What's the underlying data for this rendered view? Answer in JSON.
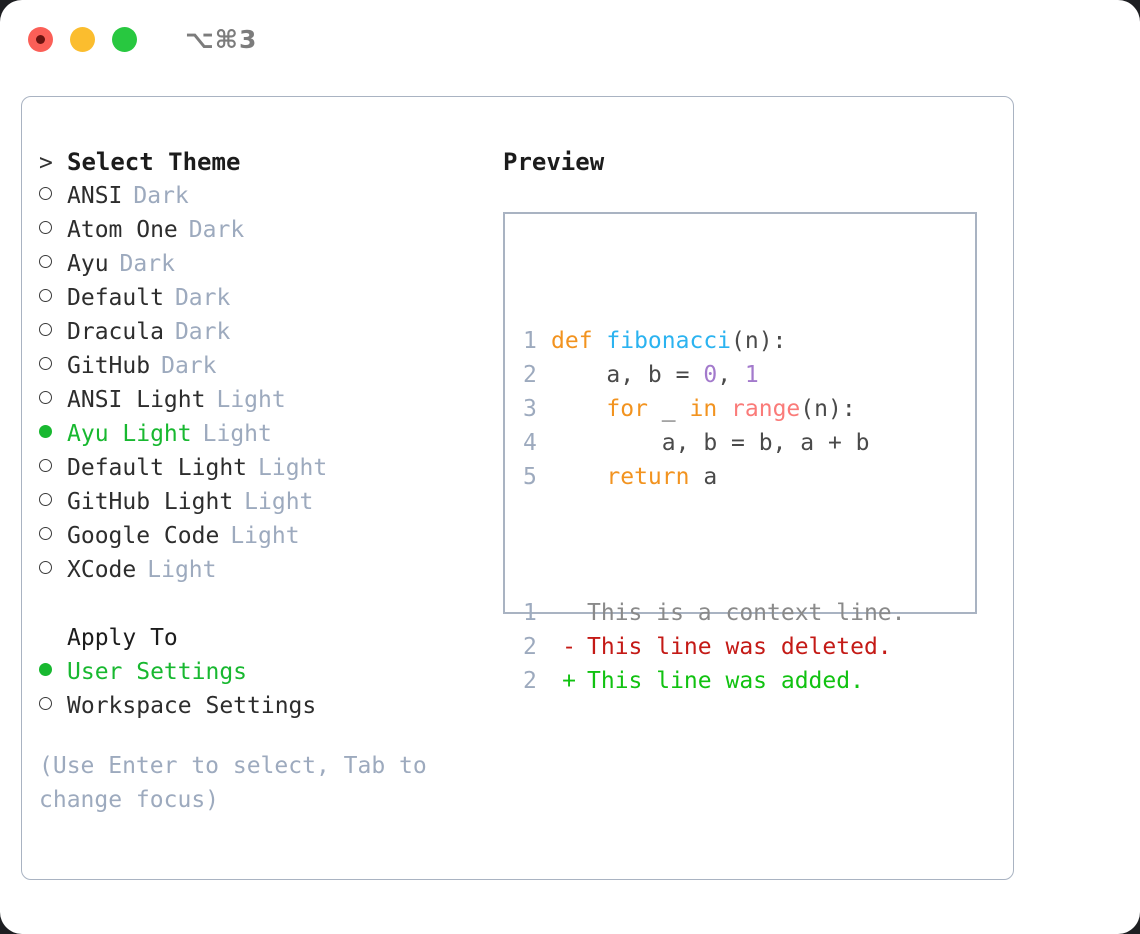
{
  "titlebar": {
    "shortcut": "⌥⌘3",
    "lights": [
      "close-red",
      "minimize-yellow",
      "maximize-green"
    ]
  },
  "theme_list": {
    "header": "Select Theme",
    "header_prefix": ">",
    "items": [
      {
        "label": "ANSI",
        "suffix": "Dark",
        "selected": false,
        "marker": "○"
      },
      {
        "label": "Atom One",
        "suffix": "Dark",
        "selected": false,
        "marker": "○"
      },
      {
        "label": "Ayu",
        "suffix": "Dark",
        "selected": false,
        "marker": "○"
      },
      {
        "label": "Default",
        "suffix": "Dark",
        "selected": false,
        "marker": "○"
      },
      {
        "label": "Dracula",
        "suffix": "Dark",
        "selected": false,
        "marker": "○"
      },
      {
        "label": "GitHub",
        "suffix": "Dark",
        "selected": false,
        "marker": "○"
      },
      {
        "label": "ANSI Light",
        "suffix": "Light",
        "selected": false,
        "marker": "○"
      },
      {
        "label": "Ayu Light",
        "suffix": "Light",
        "selected": true,
        "marker": "●"
      },
      {
        "label": "Default Light",
        "suffix": "Light",
        "selected": false,
        "marker": "○"
      },
      {
        "label": "GitHub Light",
        "suffix": "Light",
        "selected": false,
        "marker": "○"
      },
      {
        "label": "Google Code",
        "suffix": "Light",
        "selected": false,
        "marker": "○"
      },
      {
        "label": "XCode",
        "suffix": "Light",
        "selected": false,
        "marker": "○"
      }
    ]
  },
  "apply_to": {
    "header": "Apply To",
    "items": [
      {
        "label": "User Settings",
        "selected": true,
        "marker": "●"
      },
      {
        "label": "Workspace Settings",
        "selected": false,
        "marker": "○"
      }
    ]
  },
  "hint": "(Use Enter to select, Tab to change focus)",
  "preview": {
    "title": "Preview",
    "code_lines": [
      {
        "no": "1",
        "tokens": [
          {
            "t": "def ",
            "c": "kw"
          },
          {
            "t": "fibonacci",
            "c": "fn"
          },
          {
            "t": "(n):",
            "c": "punc"
          }
        ]
      },
      {
        "no": "2",
        "tokens": [
          {
            "t": "    a, b = ",
            "c": "txt"
          },
          {
            "t": "0",
            "c": "num"
          },
          {
            "t": ", ",
            "c": "txt"
          },
          {
            "t": "1",
            "c": "num"
          }
        ]
      },
      {
        "no": "3",
        "tokens": [
          {
            "t": "    ",
            "c": "txt"
          },
          {
            "t": "for",
            "c": "kw"
          },
          {
            "t": " _ ",
            "c": "txt"
          },
          {
            "t": "in",
            "c": "kw"
          },
          {
            "t": " ",
            "c": "txt"
          },
          {
            "t": "range",
            "c": "call"
          },
          {
            "t": "(n):",
            "c": "punc"
          }
        ]
      },
      {
        "no": "4",
        "tokens": [
          {
            "t": "        a, b = b, a + b",
            "c": "txt"
          }
        ]
      },
      {
        "no": "5",
        "tokens": [
          {
            "t": "    ",
            "c": "txt"
          },
          {
            "t": "return",
            "c": "kw"
          },
          {
            "t": " a",
            "c": "txt"
          }
        ]
      }
    ],
    "diff_lines": [
      {
        "no": "1",
        "mark": "",
        "text": "This is a context line.",
        "kind": "ctx"
      },
      {
        "no": "2",
        "mark": "-",
        "text": "This line was deleted.",
        "kind": "del"
      },
      {
        "no": "2",
        "mark": "+",
        "text": "This line was added.",
        "kind": "add"
      }
    ]
  },
  "colors": {
    "accent_green": "#18b830",
    "muted": "#9daabe",
    "keyword": "#f2931f",
    "function": "#2bb3f0",
    "call": "#fa7b79",
    "number": "#a37acc",
    "diff_delete": "#c41a16",
    "diff_add": "#11c211",
    "border": "#a9b3c2"
  }
}
